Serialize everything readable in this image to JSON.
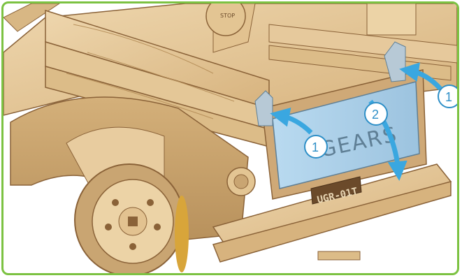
{
  "illustration": {
    "subject": "wooden-truck-model-rear",
    "license_plate_text": "GEARS",
    "model_tag_text": "UGR-01T",
    "sign_text": "STOP",
    "step_labels": [
      "1",
      "2",
      "1"
    ],
    "colors": {
      "frame_border": "#7cc242",
      "plywood": "#e6c99c",
      "plywood_dark": "#c9a572",
      "edge": "#8a6238",
      "plate_blue": "#a9cde6",
      "arrow_blue": "#3aa7e0",
      "wheel_accent": "#d8a53a"
    }
  }
}
